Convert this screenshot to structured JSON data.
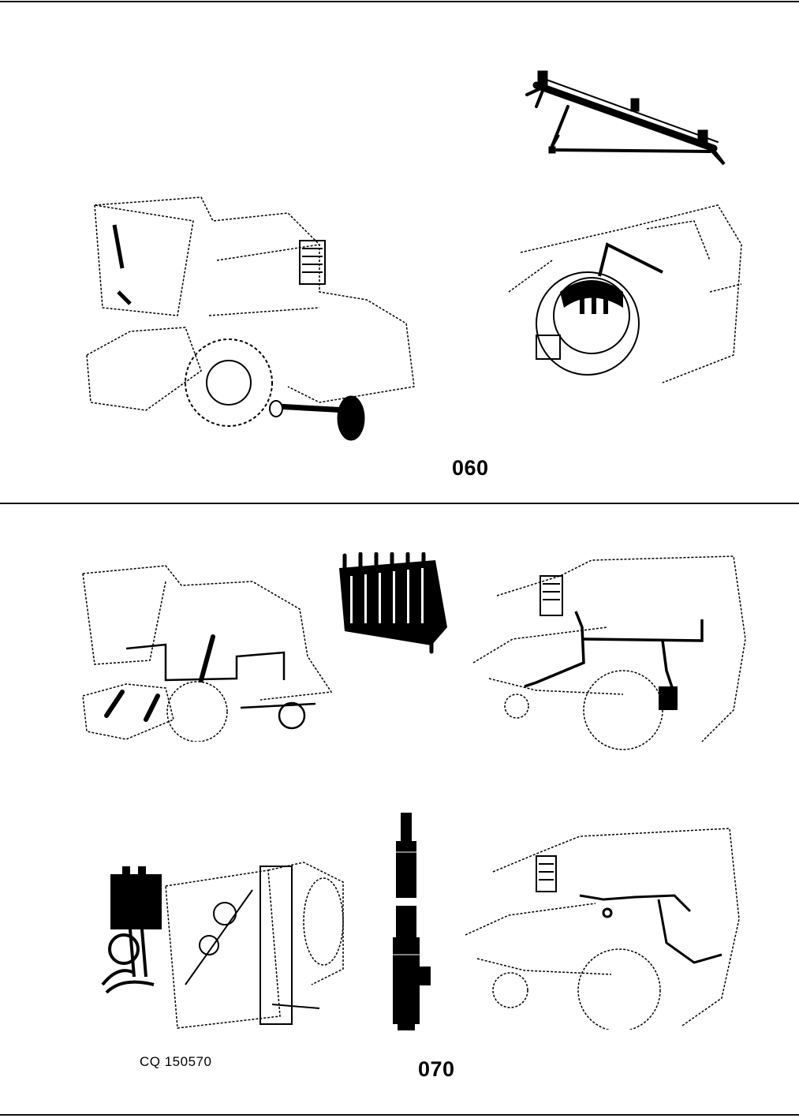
{
  "page": {
    "background": "#ffffff",
    "ink": "#000000"
  },
  "section_top": {
    "number": "060",
    "illustrations": [
      {
        "name": "header-bar-illustration",
        "icon": "header-bar-icon"
      },
      {
        "name": "combine-with-axle-illustration",
        "icon": "combine-harvester-icon"
      },
      {
        "name": "drum-pulley-illustration",
        "icon": "drum-pulley-icon"
      }
    ]
  },
  "section_bottom": {
    "number": "070",
    "ref_code": "CQ 150570",
    "illustrations": [
      {
        "name": "combine-hydraulic-lines-illustration",
        "icon": "combine-harvester-icon"
      },
      {
        "name": "control-valve-block-illustration",
        "icon": "valve-block-icon"
      },
      {
        "name": "combine-steering-lines-illustration",
        "icon": "combine-harvester-icon"
      },
      {
        "name": "engine-hydraulic-pump-illustration",
        "icon": "engine-icon"
      },
      {
        "name": "hydraulic-cylinder-illustration",
        "icon": "hydraulic-cylinder-icon"
      },
      {
        "name": "combine-rear-lines-illustration",
        "icon": "combine-harvester-icon"
      }
    ]
  }
}
